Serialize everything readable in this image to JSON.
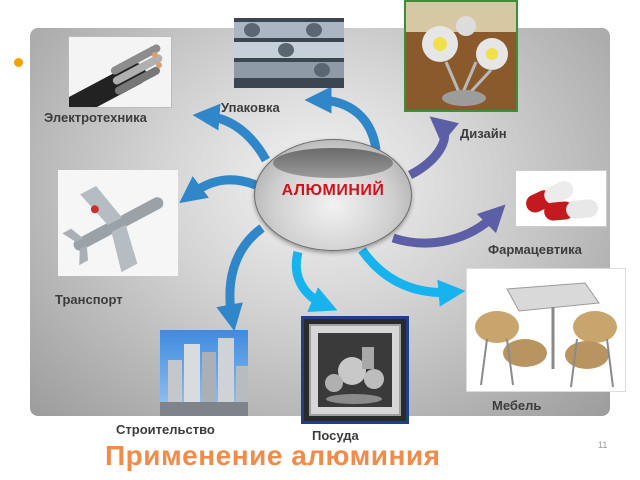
{
  "slide": {
    "title": "Применение алюминия",
    "page_number": "11"
  },
  "center": {
    "label": "АЛЮМИНИЙ"
  },
  "categories": [
    {
      "id": "electrotechnics",
      "label": "Электротехника",
      "image": "cable-photo"
    },
    {
      "id": "packaging",
      "label": "Упаковка",
      "image": "aluminium-rolls-photo"
    },
    {
      "id": "design",
      "label": "Дизайн",
      "image": "foil-flowers-photo"
    },
    {
      "id": "pharma",
      "label": "Фармацевтика",
      "image": "capsules-photo"
    },
    {
      "id": "furniture",
      "label": "Мебель",
      "image": "metal-table-chairs-photo"
    },
    {
      "id": "tableware",
      "label": "Посуда",
      "image": "cookware-photo"
    },
    {
      "id": "construction",
      "label": "Строительство",
      "image": "buildings-photo"
    },
    {
      "id": "transport",
      "label": "Транспорт",
      "image": "airplane-photo"
    }
  ],
  "colors": {
    "bullet": "#f2a200",
    "center_text": "#d0121b",
    "title": "#f28a4a",
    "arrow_blue": "#2f86c8",
    "arrow_cyan": "#16b3ee",
    "arrow_purple": "#5d5fa6"
  }
}
